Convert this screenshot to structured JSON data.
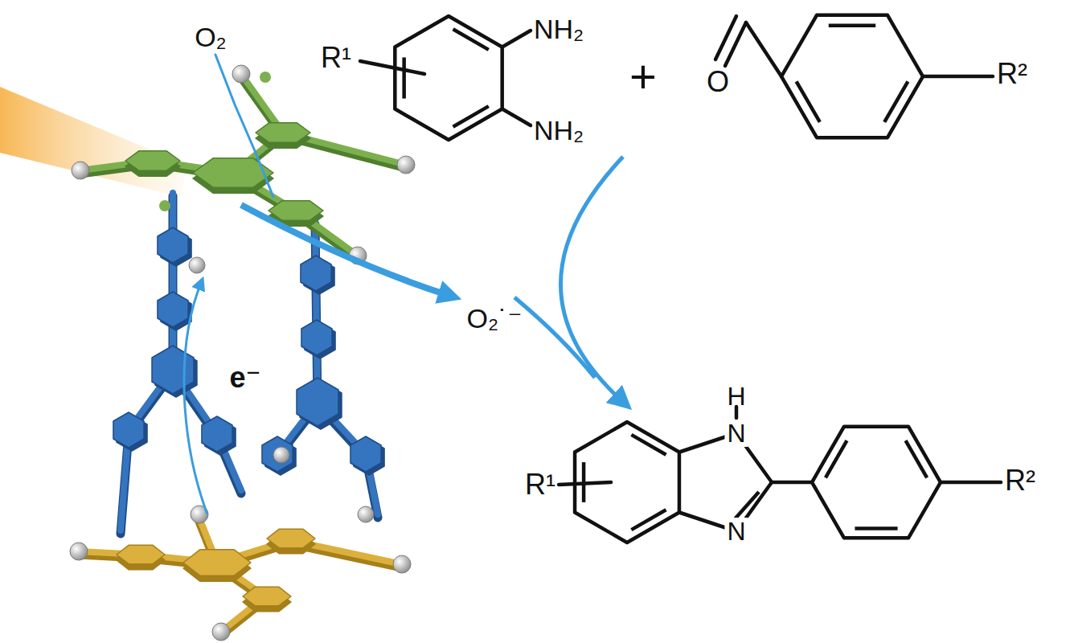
{
  "diagram": {
    "labels": [
      "O₂",
      "R¹",
      "NH₂",
      "NH₂",
      "+",
      "O",
      "R²",
      "O₂˙⁻",
      "e⁻",
      "H",
      "N",
      "R¹",
      "R²",
      "N"
    ]
  }
}
